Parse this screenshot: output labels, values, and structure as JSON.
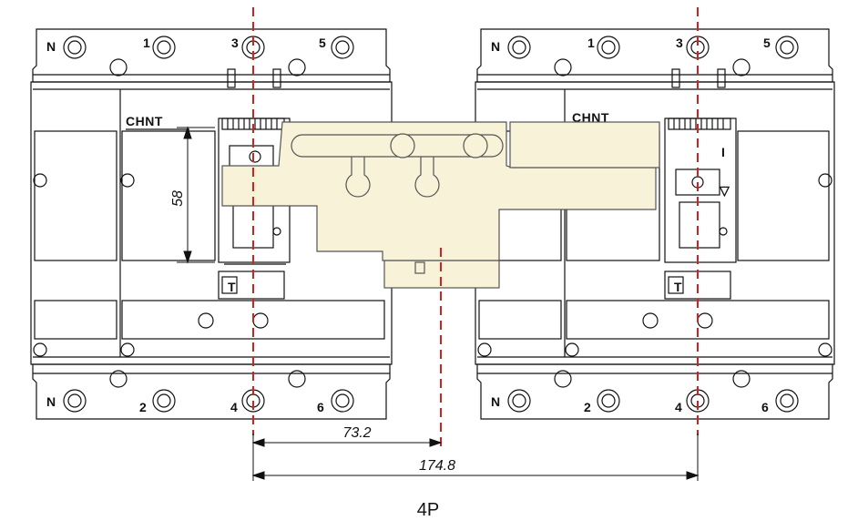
{
  "breakers": [
    {
      "id": "left",
      "brand": "CHNT",
      "top_terminals": [
        "N",
        "1",
        "3",
        "5"
      ],
      "bottom_terminals": [
        "N",
        "2",
        "4",
        "6"
      ],
      "mark_t": "T"
    },
    {
      "id": "right",
      "brand": "CHNT",
      "top_terminals": [
        "N",
        "1",
        "3",
        "5"
      ],
      "bottom_terminals": [
        "N",
        "2",
        "4",
        "6"
      ],
      "mark_t": "T",
      "handle_on_mark": "I",
      "handle_off_mark": "▽"
    }
  ],
  "dimensions": {
    "height": "58",
    "offset": "73.2",
    "span": "174.8"
  },
  "caption": "4P",
  "colors": {
    "line": "#111111",
    "centerline": "#d62020",
    "interlock_fill": "#f8f3d8",
    "interlock_stroke": "#555555"
  }
}
